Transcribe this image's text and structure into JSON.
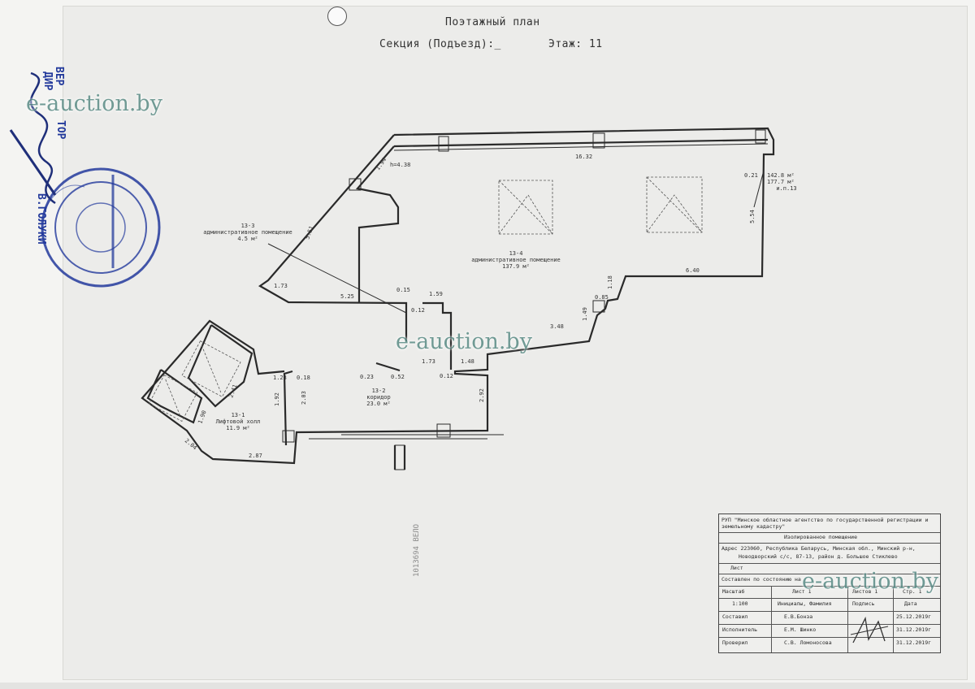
{
  "header": {
    "title": "Поэтажный план",
    "section_label": "Секция (Подъезд):_",
    "floor_label": "Этаж: 11"
  },
  "rooms": [
    {
      "id": "13-1",
      "name": "Лифтовой холл",
      "area": "11.9 м²"
    },
    {
      "id": "13-2",
      "name": "коридор",
      "area": "23.0 м²"
    },
    {
      "id": "13-3",
      "name": "административное помещение",
      "area": "4.5 м²"
    },
    {
      "id": "13-4",
      "name": "административное помещение",
      "area": "137.9 м²"
    }
  ],
  "unit_summary": {
    "label": "и.п.13",
    "area_1": "142.8 м²",
    "area_2": "177.7 м²"
  },
  "dimensions": [
    "16.32",
    "5.51",
    "1.94",
    "h=4.38",
    "0.21",
    "5.54",
    "6.40",
    "1.18",
    "0.85",
    "1.49",
    "3.48",
    "1.48",
    "0.12",
    "2.92",
    "1.73",
    "0.52",
    "0.23",
    "0.15",
    "0.12",
    "1.59",
    "5.25",
    "1.73",
    "1.23",
    "0.18",
    "2.03",
    "1.92",
    "2.41",
    "1.90",
    "2.04",
    "2.87"
  ],
  "watermarks": [
    "e-auction.by",
    "e-auction.by",
    "e-auction.by"
  ],
  "stamp": {
    "vertical_text_1": "ВЕР",
    "vertical_text_2": "ДИР",
    "vertical_text_3": "ТОР",
    "signatory": "В.ГОЛУКИ"
  },
  "side_code": "1013694 ВЕЛО",
  "title_block": {
    "org": "РУП \"Минское областное агентство по государственной регистрации и земельному кадастру\"",
    "object": "Изолированное помещение",
    "address_line_1": "Адрес 223060, Республика Беларусь, Минская обл., Минский р-н,",
    "address_line_2": "Новодворский с/с, 87-13, район д. Большое Стиклево",
    "row_sheet": "Лист",
    "row_composed": "Составлен по состоянию на",
    "headers": {
      "scale": "Масштаб",
      "sheet1": "Лист 1",
      "sheets": "Листов 1",
      "page": "Стр. 1"
    },
    "cols": {
      "scale_val": "1:100",
      "name_col": "Инициалы, Фамилия",
      "sign_col": "Подпись",
      "date_col": "Дата"
    },
    "people": [
      {
        "role": "Составил",
        "name": "Е.В.Бонза",
        "date": "25.12.2019г"
      },
      {
        "role": "Исполнитель",
        "name": "Е.М. Шинко",
        "date": "31.12.2019г"
      },
      {
        "role": "Проверил",
        "name": "С.В. Ломоносова",
        "date": "31.12.2019г"
      }
    ]
  },
  "colors": {
    "ink": "#2a2a2a",
    "stamp": "#233a9c",
    "watermark": "#5b8c86"
  }
}
